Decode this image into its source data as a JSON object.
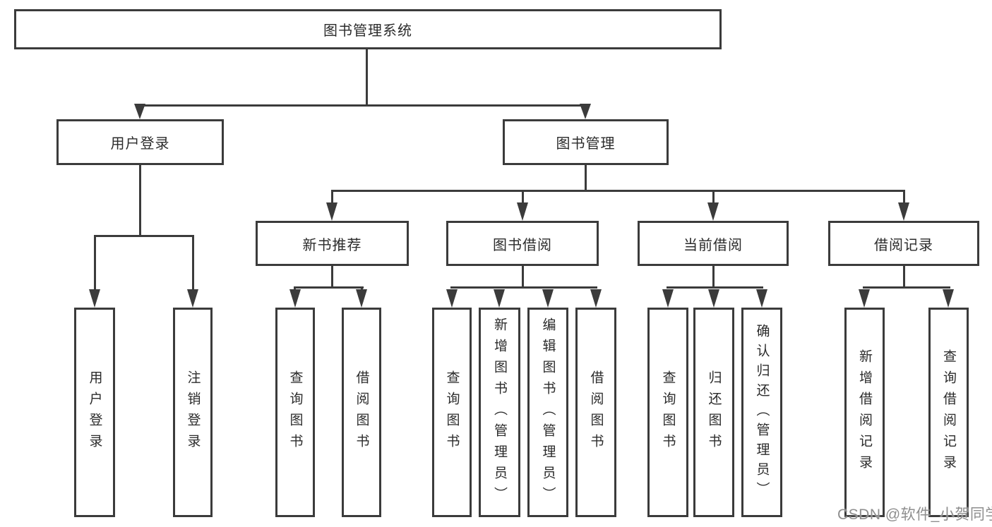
{
  "nodes": {
    "root": "图书管理系统",
    "user_login": "用户登录",
    "book_management": "图书管理",
    "new_book_recommend": "新书推荐",
    "book_borrowing": "图书借阅",
    "current_borrowing": "当前借阅",
    "borrowing_records": "借阅记录",
    "leaf_user_login": "用户登录",
    "leaf_logout": "注销登录",
    "leaf_query_books_recommend": "查询图书",
    "leaf_borrow_books_recommend": "借阅图书",
    "leaf_query_books_borrowing": "查询图书",
    "leaf_add_books_admin": "新增图书（管理员）",
    "leaf_edit_books_admin": "编辑图书（管理员）",
    "leaf_borrow_books_borrowing": "借阅图书",
    "leaf_query_books_current": "查询图书",
    "leaf_return_books": "归还图书",
    "leaf_confirm_return_admin": "确认归还（管理员）",
    "leaf_add_borrow_record": "新增借阅记录",
    "leaf_query_borrow_record": "查询借阅记录"
  },
  "watermark": "CSDN @软件_小贺同学",
  "colors": {
    "line": "#3b3b3b",
    "text": "#2b2b2b",
    "background": "#ffffff",
    "watermark": "#8e8e8e"
  }
}
